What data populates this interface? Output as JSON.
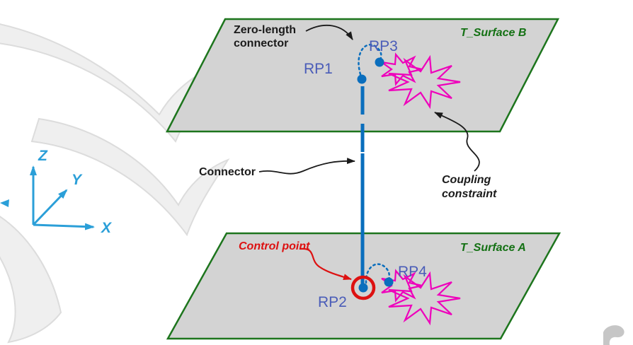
{
  "diagram": {
    "surfaces": {
      "top_label": "T_Surface B",
      "bottom_label": "T_Surface A"
    },
    "points": {
      "rp1": "RP1",
      "rp2": "RP2",
      "rp3": "RP3",
      "rp4": "RP4"
    },
    "annotations": {
      "zero_length_line1": "Zero-length",
      "zero_length_line2": "connector",
      "connector": "Connector",
      "coupling_line1": "Coupling",
      "coupling_line2": "constraint",
      "control_point": "Control point"
    },
    "axes": {
      "x": "X",
      "y": "Y",
      "z": "Z"
    }
  },
  "colors": {
    "surface_fill": "#d3d3d3",
    "surface_border": "#1d751d",
    "surface_label": "#147114",
    "rp_label": "#4a5cb8",
    "marker_blue": "#0a6ebd",
    "connector_blue": "#0a6ebd",
    "coupling_magenta": "#ee00bb",
    "control_red": "#dd1111",
    "axis_blue": "#2b9fd8",
    "annotation_black": "#1a1a1a",
    "swoosh_fill": "#efefef",
    "swoosh_edge": "#dcdcdc",
    "corner_glyph": "#c6c6c6"
  }
}
